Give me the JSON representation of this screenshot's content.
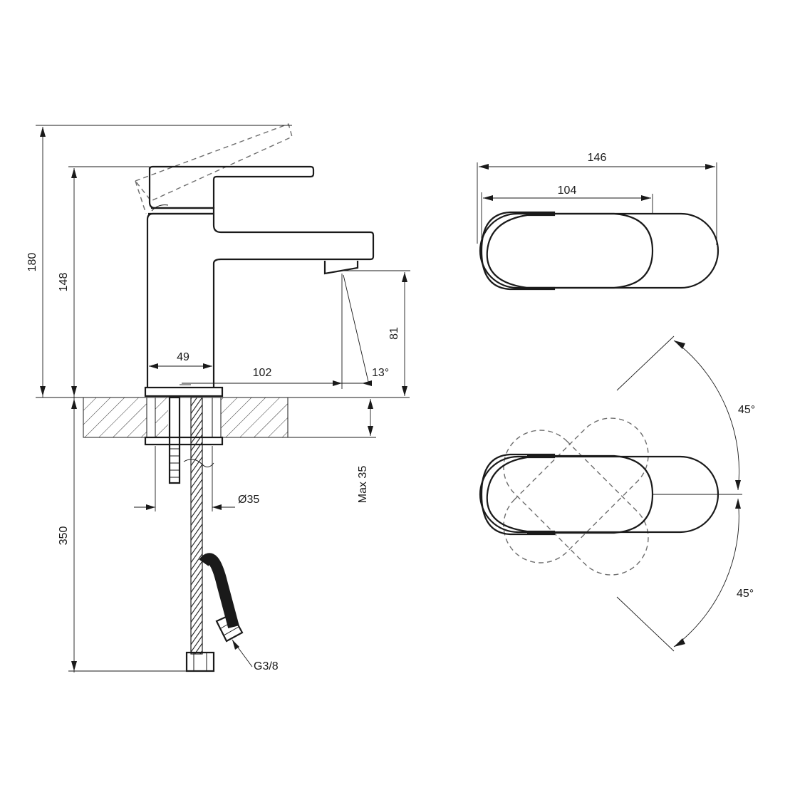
{
  "side_view": {
    "dims": {
      "overall_height": "180",
      "spout_height": "148",
      "outlet_height": "81",
      "body_width": "49",
      "spout_reach": "102",
      "flow_angle": "13°",
      "max_deck": "Max 35",
      "hole_diameter": "Ø35",
      "hose_length": "350",
      "thread": "G3/8"
    }
  },
  "top_view": {
    "dims": {
      "total_length": "146",
      "lever_length": "104"
    }
  },
  "rotation_view": {
    "dims": {
      "angle_up": "45°",
      "angle_down": "45°"
    }
  }
}
